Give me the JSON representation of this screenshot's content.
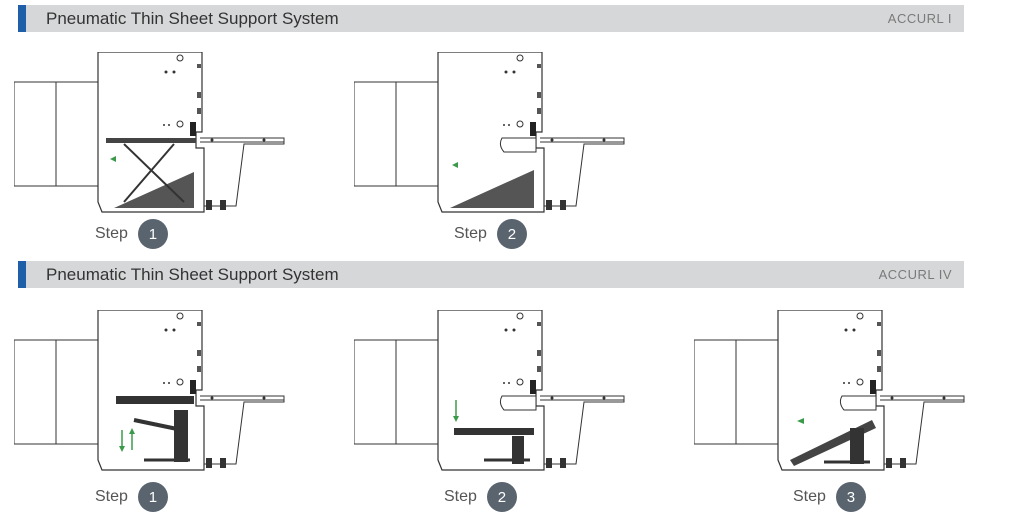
{
  "sections": [
    {
      "title": "Pneumatic Thin Sheet Support System",
      "model": "ACCURL I",
      "steps": [
        {
          "label": "Step",
          "number": "1"
        },
        {
          "label": "Step",
          "number": "2"
        }
      ]
    },
    {
      "title": "Pneumatic Thin Sheet Support System",
      "model": "ACCURL IV",
      "steps": [
        {
          "label": "Step",
          "number": "1"
        },
        {
          "label": "Step",
          "number": "2"
        },
        {
          "label": "Step",
          "number": "3"
        }
      ]
    }
  ],
  "colors": {
    "accent": "#1f5fa8",
    "bar": "#d6d7d8",
    "step_badge": "#59646f",
    "arrow_green": "#3a9a4a"
  }
}
